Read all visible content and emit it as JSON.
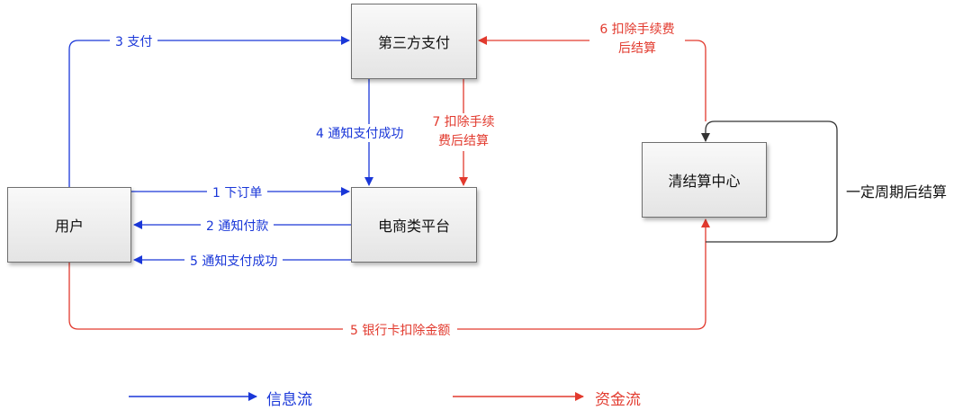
{
  "nodes": {
    "third_party_pay": "第三方支付",
    "user": "用户",
    "ecommerce": "电商类平台",
    "clearing_center": "清结算中心"
  },
  "edges": {
    "pay": "3 支付",
    "notify_success_top": "4 通知支付成功",
    "deduct_fee_1": "7 扣除手续",
    "deduct_fee_2": "费后结算",
    "place_order": "1 下订单",
    "notify_payment": "2 通知付款",
    "notify_success_bottom": "5 通知支付成功",
    "bank_deduct": "5 银行卡扣除金额",
    "settle_fee_1": "6 扣除手续费",
    "settle_fee_2": "后结算",
    "periodic_settlement": "一定周期后结算"
  },
  "legend": {
    "info_flow": "信息流",
    "fund_flow": "资金流"
  },
  "colors": {
    "info_flow": "#1a37d8",
    "fund_flow": "#e23a2e",
    "loop": "#333333"
  }
}
